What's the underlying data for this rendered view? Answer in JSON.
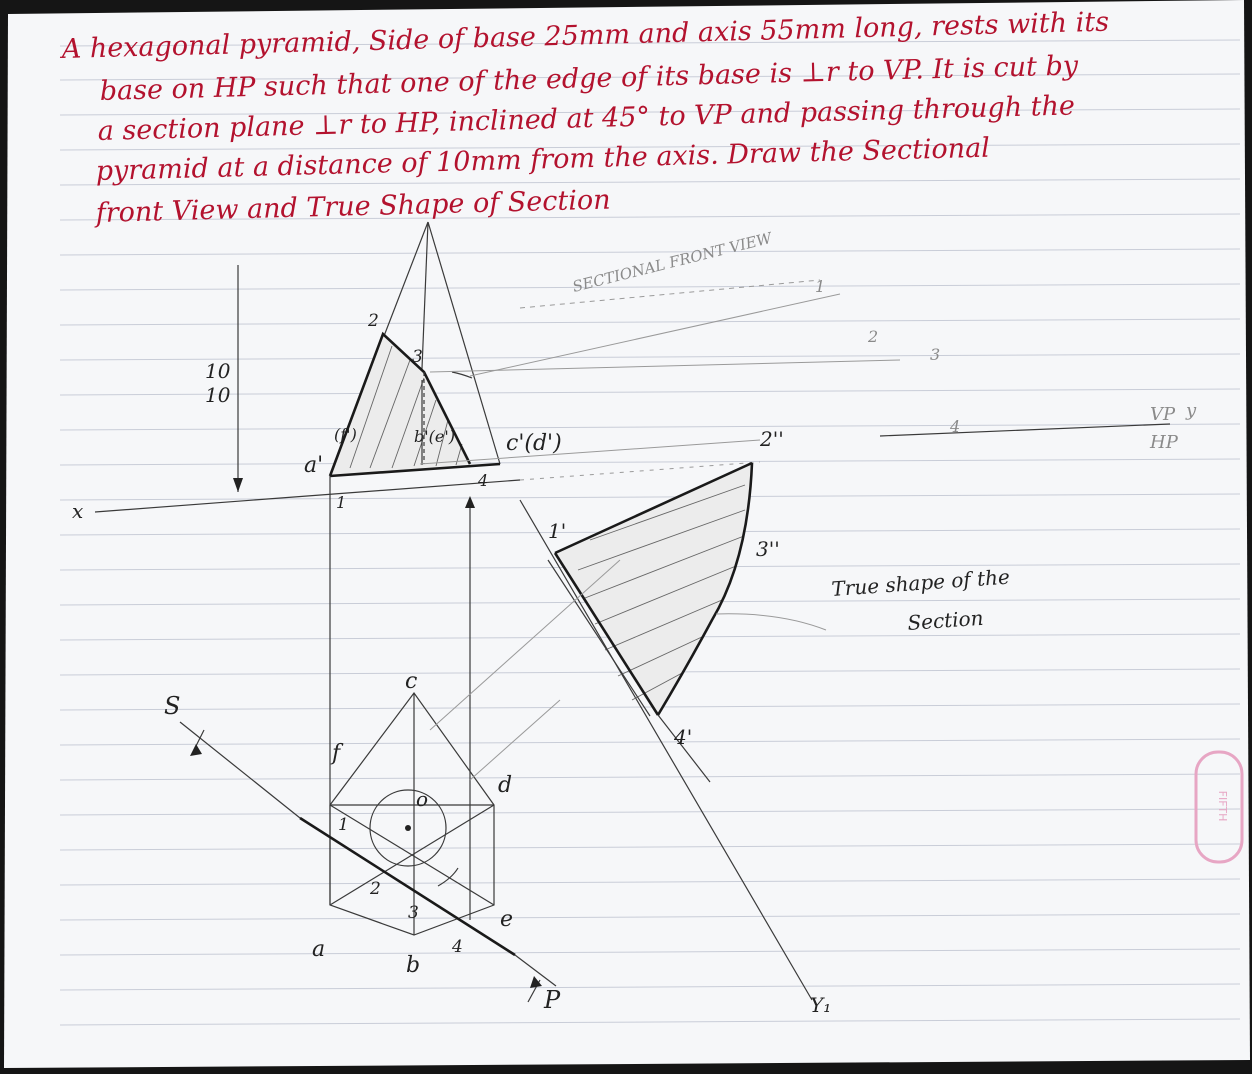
{
  "problem_statement": {
    "line1": "A hexagonal pyramid, Side of base 25mm and axis 55mm long, rests with its",
    "line2": "base on HP such that one of the edge of its base is ⊥r to VP. It is cut by",
    "line3": "a section plane ⊥r to HP, inclined at 45° to VP and passing through the",
    "line4": "pyramid at a distance of 10mm from the axis. Draw the Sectional",
    "line5": "front View and True Shape of Section"
  },
  "headings": {
    "sectional_front_view": "SECTIONAL FRONT VIEW",
    "true_shape": "True shape of the",
    "true_shape_2": "Section"
  },
  "dimensions": {
    "dim1": "10",
    "dim2": "10"
  },
  "reference_lines": {
    "x": "x",
    "vp": "VP",
    "y": "y",
    "hp": "HP",
    "y1": "Y₁"
  },
  "front_view_labels": {
    "a_prime": "a'",
    "a_sub": "(f')",
    "b_prime": "b'(e')",
    "c_prime": "c'(d')",
    "p1": "1",
    "p2": "2",
    "p3": "3",
    "p4": "4"
  },
  "projector_labels": {
    "n1": "1",
    "n2": "2",
    "n3": "3",
    "n4": "4"
  },
  "true_shape_labels": {
    "t1": "1'",
    "t2": "2''",
    "t3": "3''",
    "t4": "4'"
  },
  "top_view_labels": {
    "a": "a",
    "b": "b",
    "c": "c",
    "d": "d",
    "e": "e",
    "f": "f",
    "o": "o",
    "s": "S",
    "p": "P",
    "q1": "1",
    "q2": "2",
    "q3": "3",
    "q4": "4"
  },
  "stamp": {
    "text": "FIFTH"
  }
}
